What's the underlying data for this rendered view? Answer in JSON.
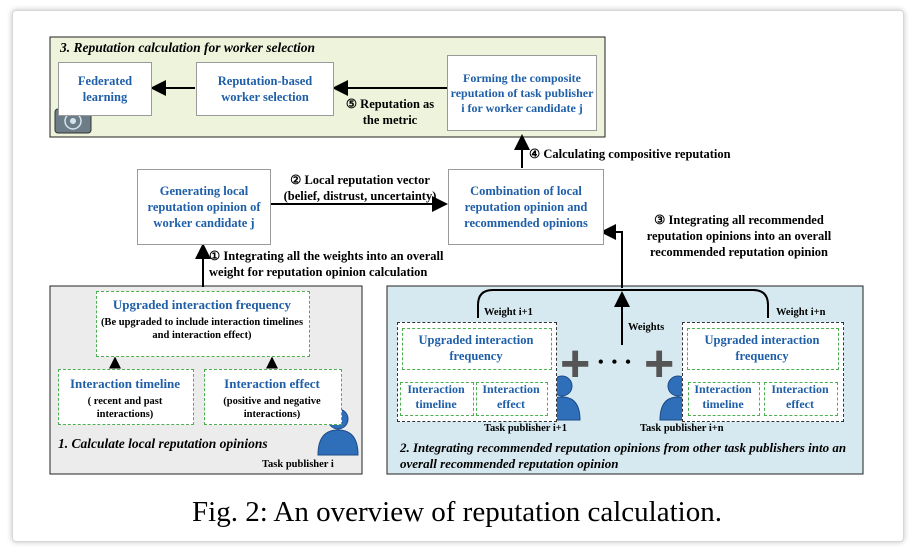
{
  "panels": {
    "top_title": "3. Reputation calculation for worker selection",
    "left_title": "1. Calculate local reputation opinions",
    "right_title": "2. Integrating recommended reputation opinions from other task publishers into an overall recommended reputation opinion"
  },
  "boxes": {
    "federated": "Federated learning",
    "worker_selection": "Reputation-based worker selection",
    "forming": "Forming the composite reputation of task publisher i for worker candidate j",
    "local_opinion": "Generating local reputation opinion of worker candidate j",
    "combination": "Combination of local reputation opinion and recommended opinions",
    "upgraded_left": "Upgraded interaction frequency",
    "upgraded_left_note": "(Be upgraded to include interaction timelines and interaction effect)",
    "timeline_left": "Interaction timeline",
    "timeline_left_note": "( recent and past interactions)",
    "effect_left": "Interaction  effect",
    "effect_left_note": "(positive and negative interactions)",
    "upgraded_r1": "Upgraded interaction frequency",
    "timeline_r1": "Interaction timeline",
    "effect_r1": "Interaction effect",
    "upgraded_r2": "Upgraded interaction frequency",
    "timeline_r2": "Interaction timeline",
    "effect_r2": "Interaction effect"
  },
  "labels": {
    "step1": "① Integrating all the weights into an overall weight for reputation opinion calculation",
    "step2": "② Local reputation vector (belief, distrust, uncertainty)",
    "step3": "③ Integrating all recommended reputation opinions into an overall recommended reputation opinion",
    "step4": "④ Calculating compositive reputation",
    "step5": "⑤ Reputation as the metric",
    "weight1": "Weight i+1",
    "weightn": "Weight i+n",
    "weights": "Weights",
    "dots": "• • •",
    "publisher_i": "Task publisher i",
    "publisher_i1": "Task publisher i+1",
    "publisher_in": "Task publisher i+n"
  },
  "caption": "Fig. 2: An overview of reputation calculation.",
  "colors": {
    "top_panel": "#eef3dc",
    "left_panel": "#ececec",
    "right_panel": "#d6e9f0",
    "box_text": "#1f5fa8",
    "dashed_green": "#4caf50",
    "person": "#2f6eb8"
  }
}
